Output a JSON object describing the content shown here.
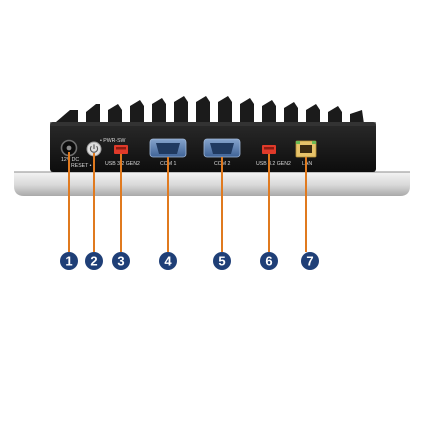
{
  "device": {
    "port_labels": {
      "dc_in": "12V DC",
      "reset": "RESET •",
      "power_switch": "• PWR-SW",
      "usb_left": "USB 3.2 GEN2",
      "com1": "COM 1",
      "com2": "COM 2",
      "usb_right": "USB 3.2 GEN2",
      "lan": "LAN"
    }
  },
  "callouts": [
    "1",
    "2",
    "3",
    "4",
    "5",
    "6",
    "7"
  ],
  "colors": {
    "badge": "#1f3f77",
    "leader": "#e07a1f",
    "chassis": "#151515",
    "serial_port": "#5b7fb0",
    "usb_port": "#e03a2a",
    "lan_port": "#e7c36a"
  }
}
